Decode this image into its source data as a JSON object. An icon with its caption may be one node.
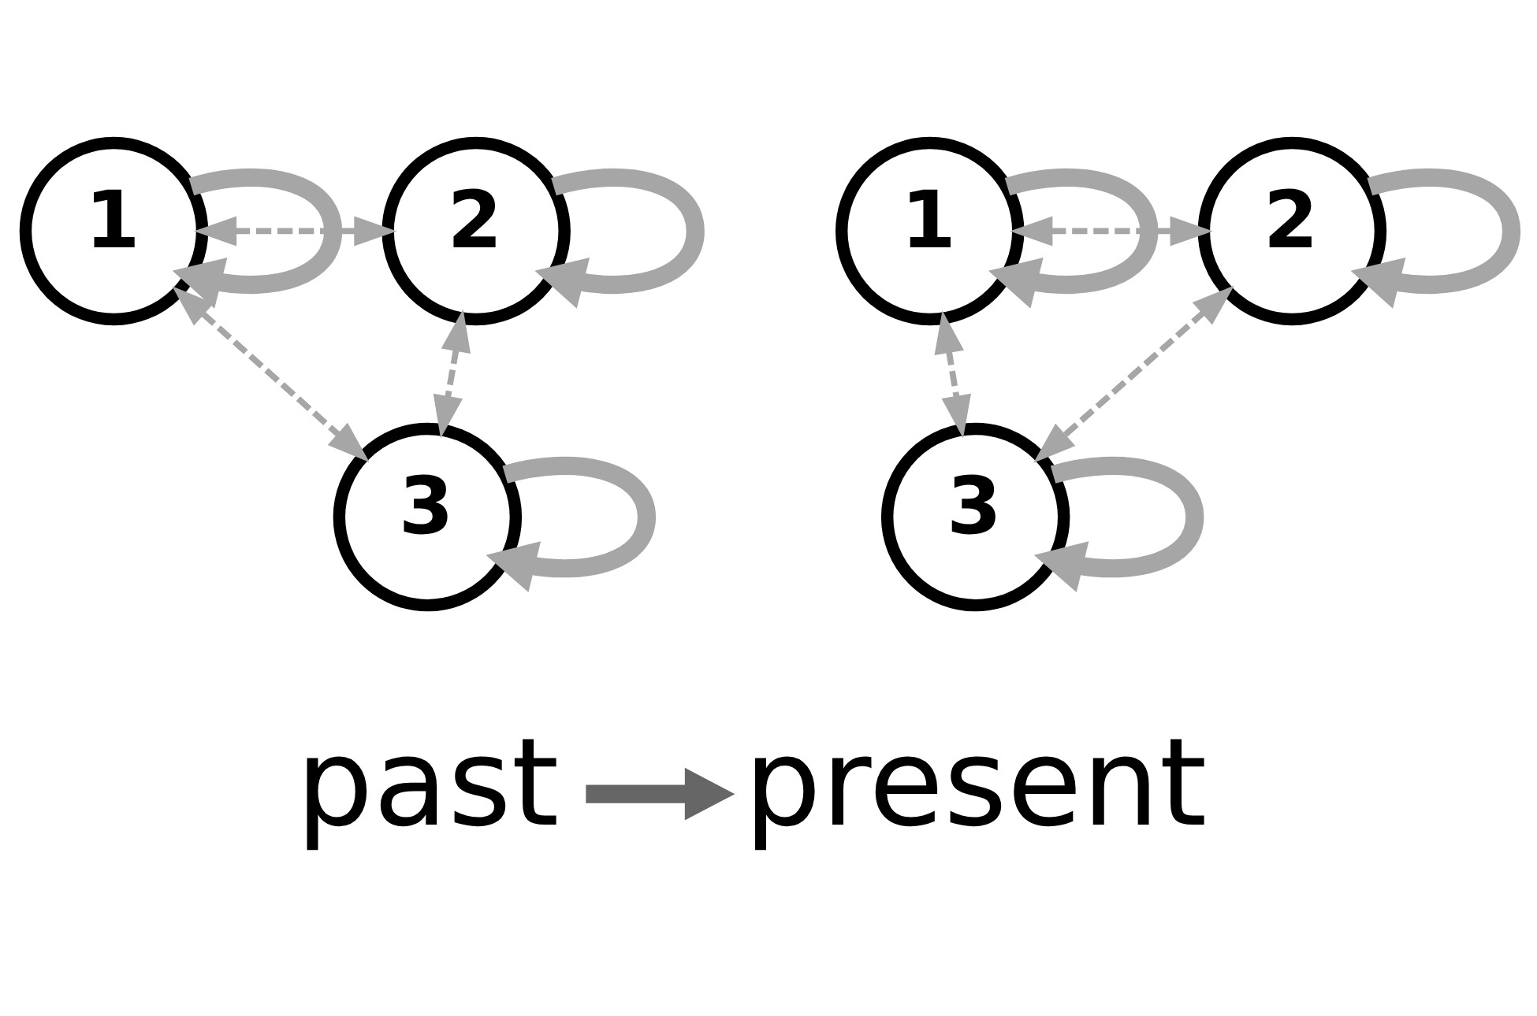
{
  "diagram": {
    "nodes": [
      {
        "text": [
          "1"
        ]
      },
      {
        "text": [
          "2"
        ]
      },
      {
        "text": [
          "3"
        ]
      },
      {
        "text": [
          "1"
        ]
      },
      {
        "text": [
          "2"
        ]
      },
      {
        "text": [
          "3"
        ]
      },
      {
        "text": [
          "past"
        ]
      },
      {
        "text": [
          "present"
        ]
      }
    ],
    "edges": [
      {
        "from": 0,
        "to": 0,
        "arrow": "to",
        "color": "#a6a6a6"
      },
      {
        "from": 1,
        "to": 1,
        "arrow": "to",
        "color": "#a6a6a6"
      },
      {
        "from": 0,
        "to": 1,
        "arrow": "both",
        "style": "dashed",
        "color": "#a6a6a6"
      },
      {
        "from": 0,
        "to": 2,
        "arrow": "both",
        "style": "dashed",
        "color": "#a6a6a6"
      },
      {
        "from": 1,
        "to": 2,
        "arrow": "both",
        "style": "dashed",
        "color": "#a6a6a6"
      },
      {
        "from": 2,
        "to": 2,
        "arrow": "to",
        "color": "#a6a6a6"
      },
      {
        "from": 3,
        "to": 3,
        "arrow": "to",
        "color": "#a6a6a6"
      },
      {
        "from": 4,
        "to": 4,
        "arrow": "to",
        "color": "#a6a6a6"
      },
      {
        "from": 3,
        "to": 4,
        "arrow": "both",
        "style": "dashed",
        "color": "#a6a6a6"
      },
      {
        "from": 3,
        "to": 5,
        "arrow": "both",
        "style": "dashed",
        "color": "#a6a6a6"
      },
      {
        "from": 4,
        "to": 5,
        "arrow": "both",
        "style": "dashed",
        "color": "#a6a6a6"
      },
      {
        "from": 5,
        "to": 5,
        "arrow": "to",
        "color": "#a6a6a6"
      },
      {
        "from": 6,
        "to": 7,
        "arrow": "to",
        "color": "#666666"
      }
    ]
  }
}
